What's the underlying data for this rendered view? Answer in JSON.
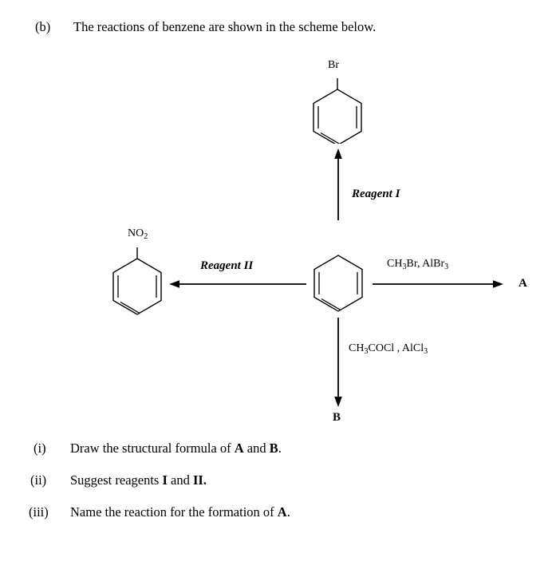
{
  "intro": {
    "label": "(b)",
    "text": "The reactions of benzene are shown in the scheme below."
  },
  "scheme": {
    "top_substituent": "Br",
    "left_substituent_main": "NO",
    "left_substituent_sub": "2",
    "reagent_up": "Reagent I",
    "reagent_left": "Reagent II",
    "reagent_right_1": "CH",
    "reagent_right_1_sub": "3",
    "reagent_right_2": "Br, AlBr",
    "reagent_right_2_sub": "3",
    "reagent_down_1": "CH",
    "reagent_down_1_sub": "3",
    "reagent_down_2": "COCl , AlCl",
    "reagent_down_2_sub": "3",
    "product_right": "A",
    "product_down": "B"
  },
  "questions": [
    {
      "num": "(i)",
      "parts": [
        {
          "text": "Draw the structural formula of ",
          "bold": false
        },
        {
          "text": "A",
          "bold": true
        },
        {
          "text": " and ",
          "bold": false
        },
        {
          "text": "B",
          "bold": true
        },
        {
          "text": ".",
          "bold": false
        }
      ]
    },
    {
      "num": "(ii)",
      "parts": [
        {
          "text": "Suggest reagents ",
          "bold": false
        },
        {
          "text": "I",
          "bold": true
        },
        {
          "text": " and ",
          "bold": false
        },
        {
          "text": "II.",
          "bold": true
        }
      ]
    },
    {
      "num": "(iii)",
      "parts": [
        {
          "text": "Name the reaction for the formation of ",
          "bold": false
        },
        {
          "text": "A",
          "bold": true
        },
        {
          "text": ".",
          "bold": false
        }
      ]
    }
  ]
}
